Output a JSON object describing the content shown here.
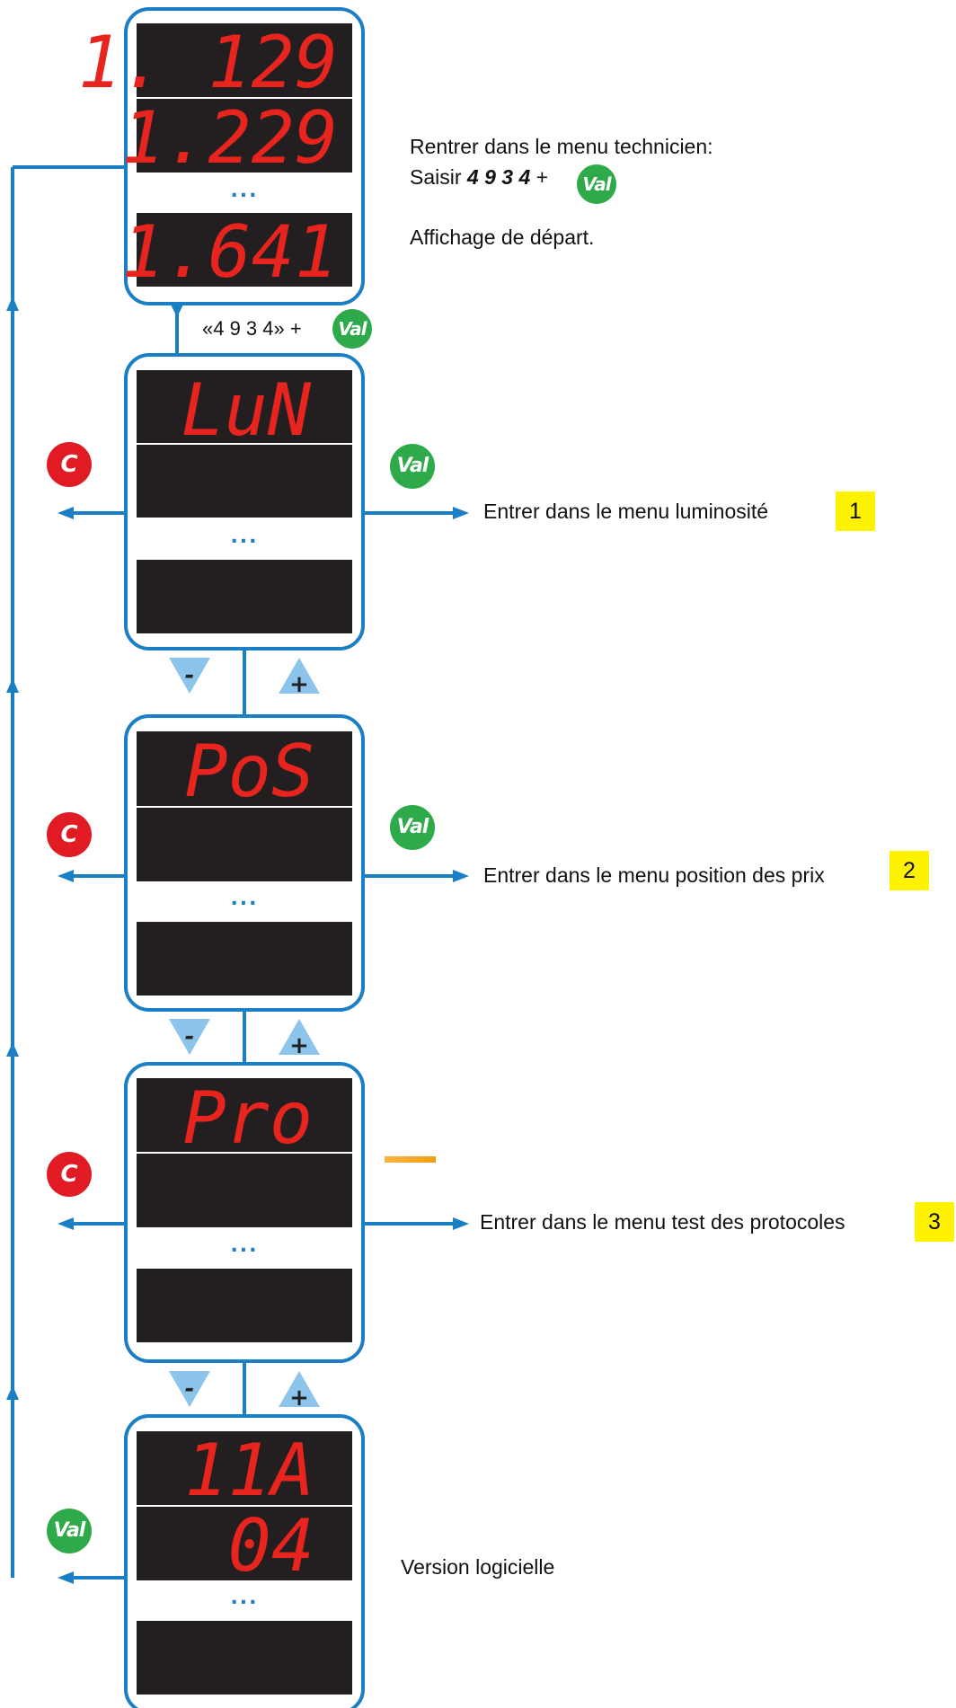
{
  "intro": {
    "line1": "Rentrer dans le menu technicien:",
    "line2_prefix": "Saisir ",
    "code": "4 9 3 4",
    "plus": " + ",
    "period": ".",
    "line3": "Affichage de départ."
  },
  "entry_label": "«4 9 3 4» +",
  "val_label": "Val",
  "c_label": "C",
  "minus_label": "-",
  "plus_label": "+",
  "ellipsis": "...",
  "displays": [
    {
      "lines": [
        "1. 129",
        "1.229",
        "1.641"
      ]
    },
    {
      "lines": [
        "LuN",
        "",
        ""
      ]
    },
    {
      "lines": [
        "PoS",
        "",
        ""
      ]
    },
    {
      "lines": [
        "Pro",
        "",
        ""
      ]
    },
    {
      "lines": [
        "11A",
        "04",
        ""
      ]
    }
  ],
  "menu_items": [
    {
      "text": "Entrer dans le menu luminosité",
      "ref": "1"
    },
    {
      "text": "Entrer dans le menu position des prix",
      "ref": "2"
    },
    {
      "text": "Entrer dans le menu test des protocoles",
      "ref": "3"
    }
  ],
  "version_label": "Version logicielle",
  "colors": {
    "panel_border": "#1a7fc4",
    "display_bg": "#231f20",
    "segment_red": "#e8241f",
    "c_badge": "#e01b24",
    "val_badge": "#2eaa4a",
    "arrow_btn": "#8cc4ec",
    "ref_highlight": "#fff200"
  }
}
